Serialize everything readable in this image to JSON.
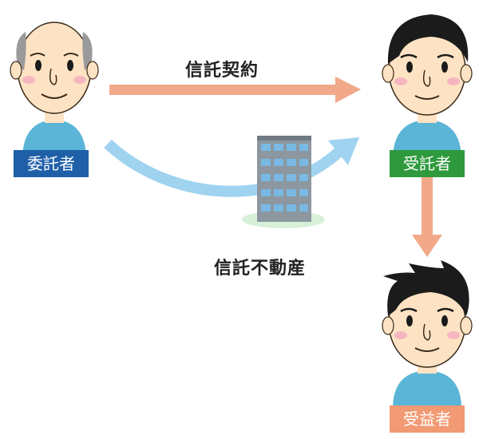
{
  "labels": {
    "settlor": "委託者",
    "trustee": "受託者",
    "beneficiary": "受益者",
    "contract": "信託契約",
    "property": "信託不動産"
  },
  "colors": {
    "settlor_label": "#1f5fa8",
    "trustee_label": "#2e9a3d",
    "beneficiary_label": "#f19a74",
    "contract_arrow": "#f2a98a",
    "property_arrow": "#9fd3ef",
    "shirt": "#5bb5d6",
    "skin": "#fde3c3",
    "hair_dark": "#1b1b1b",
    "hair_grey": "#9a9a9a",
    "building": "#8c97a0",
    "window": "#79b9e3",
    "ground": "#d8efd8"
  }
}
